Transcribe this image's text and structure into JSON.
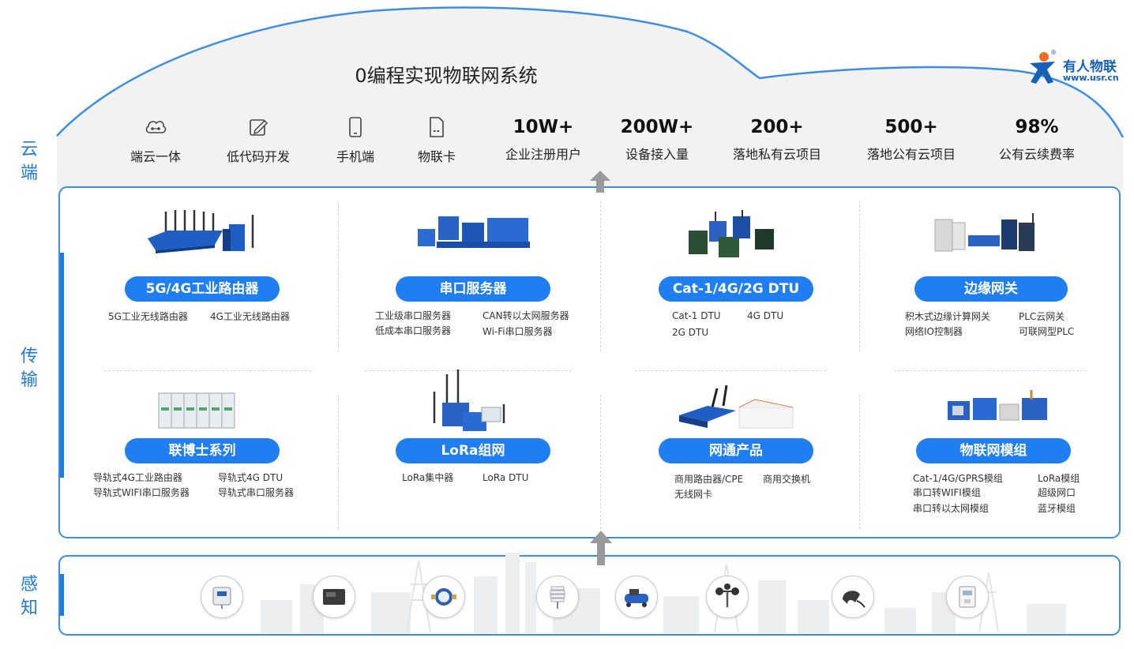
{
  "layers": {
    "cloud": "云\n端",
    "transport": "传\n输",
    "sense": "感\n知"
  },
  "headline": "0编程实现物联网系统",
  "logo": {
    "brand": "有人物联",
    "url": "www.usr.cn",
    "registered": "®"
  },
  "features": [
    {
      "icon": "cloud-link-icon",
      "label": "端云一体"
    },
    {
      "icon": "edit-icon",
      "label": "低代码开发"
    },
    {
      "icon": "phone-icon",
      "label": "手机端"
    },
    {
      "icon": "sim-card-icon",
      "label": "物联卡"
    }
  ],
  "stats": [
    {
      "value": "10W+",
      "label": "企业注册用户"
    },
    {
      "value": "200W+",
      "label": "设备接入量"
    },
    {
      "value": "200+",
      "label": "落地私有云项目"
    },
    {
      "value": "500+",
      "label": "落地公有云项目"
    },
    {
      "value": "98%",
      "label": "公有云续费率"
    }
  ],
  "products": [
    {
      "title": "5G/4G工业路由器",
      "items": [
        "5G工业无线路由器",
        "4G工业无线路由器"
      ]
    },
    {
      "title": "串口服务器",
      "items": [
        "工业级串口服务器",
        "低成本串口服务器",
        "CAN转以太网服务器",
        "Wi-Fi串口服务器"
      ]
    },
    {
      "title": "Cat-1/4G/2G DTU",
      "items": [
        "Cat-1 DTU",
        "2G DTU",
        "4G DTU"
      ]
    },
    {
      "title": "边缘网关",
      "items": [
        "积木式边缘计算网关",
        "网络IO控制器",
        "PLC云网关",
        "可联网型PLC"
      ]
    },
    {
      "title": "联博士系列",
      "items": [
        "导轨式4G工业路由器",
        "导轨式WIFI串口服务器",
        "导轨式4G DTU",
        "导轨式串口服务器"
      ]
    },
    {
      "title": "LoRa组网",
      "items": [
        "LoRa集中器",
        "LoRa DTU"
      ]
    },
    {
      "title": "网通产品",
      "items": [
        "商用路由器/CPE",
        "无线网卡",
        "商用交换机"
      ]
    },
    {
      "title": "物联网模组",
      "items": [
        "Cat-1/4G/GPRS模组",
        "串口转WIFI模组",
        "串口转以太网模组",
        "LoRa模组",
        "超级网口",
        "蓝牙模组"
      ]
    }
  ],
  "sensors": [
    "temperature-humidity-sensor-icon",
    "power-meter-icon",
    "water-meter-icon",
    "weather-shield-icon",
    "air-compressor-icon",
    "anemometer-icon",
    "current-clamp-icon",
    "electric-meter-icon"
  ],
  "colors": {
    "accent": "#1e7be0",
    "pill": "#1f7ef2",
    "cloud_fill": "#f2f2f2",
    "arrow": "#9a9a9a"
  }
}
